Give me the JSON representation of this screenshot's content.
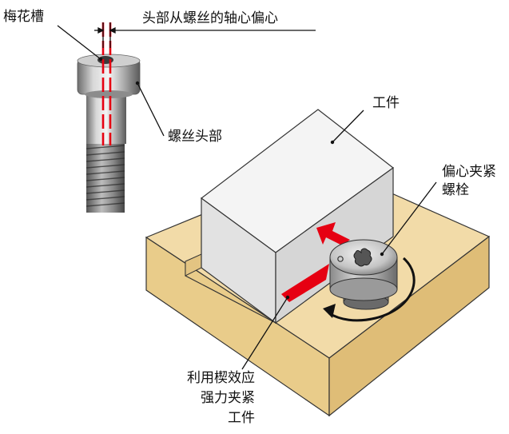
{
  "labels": {
    "torx_slot": "梅花槽",
    "head_offset": "头部从螺丝的轴心偏心",
    "screw_head": "螺丝头部",
    "workpiece": "工件",
    "eccentric_bolt_line1": "偏心夹紧",
    "eccentric_bolt_line2": "螺栓",
    "wedge_line1": "利用楔效应",
    "wedge_line2": "强力夹紧",
    "wedge_line3": "工件"
  },
  "colors": {
    "base_wood": "#f1d9a4",
    "workpiece_grey": "#e6e6e6",
    "arrow_red": "#e60012",
    "centerline_red": "#e60012",
    "line_black": "#111111"
  },
  "icons": {
    "screw": "hex-socket-shoulder-screw-icon",
    "bolt": "torx-eccentric-bolt-icon",
    "rotation": "curved-rotation-arrow-icon",
    "push_arrow": "red-push-arrow-icon"
  }
}
